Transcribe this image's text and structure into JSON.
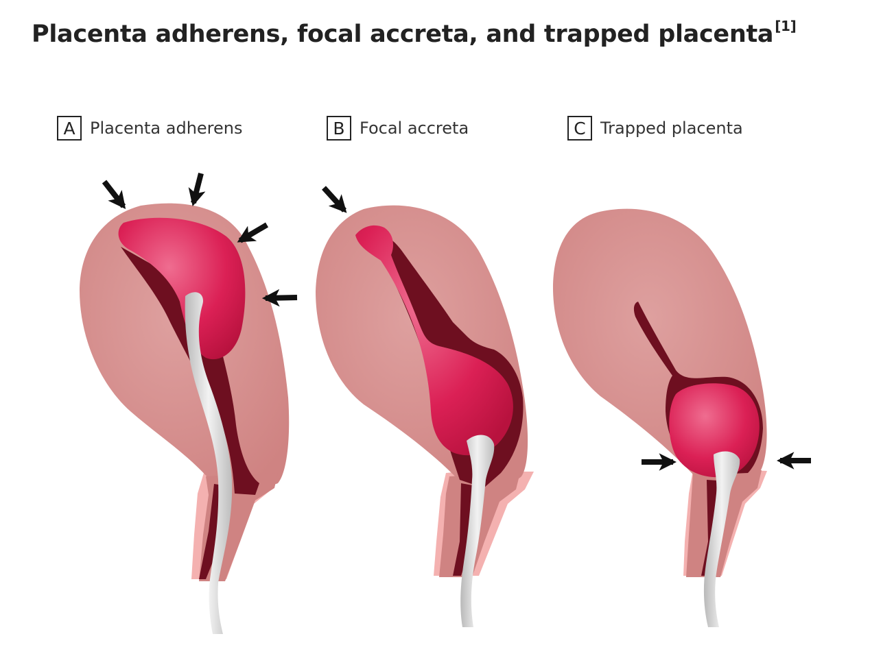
{
  "title": {
    "text": "Placenta adherens, focal accreta, and trapped placenta",
    "reference": "[1]"
  },
  "panels": [
    {
      "letter": "A",
      "caption": "Placenta adherens",
      "arrow_count": 4
    },
    {
      "letter": "B",
      "caption": "Focal accreta",
      "arrow_count": 1
    },
    {
      "letter": "C",
      "caption": "Trapped placenta",
      "arrow_count": 2
    }
  ],
  "colors": {
    "uterus_wall": "#d58d8c",
    "placenta": "#d81b50",
    "placenta_highlight": "#ec6488",
    "cavity": "#6e0f20",
    "cervix_rim": "#f4b1b0",
    "umbilical_cord": "#d9d9d9",
    "arrow": "#111111",
    "text": "#222222"
  }
}
